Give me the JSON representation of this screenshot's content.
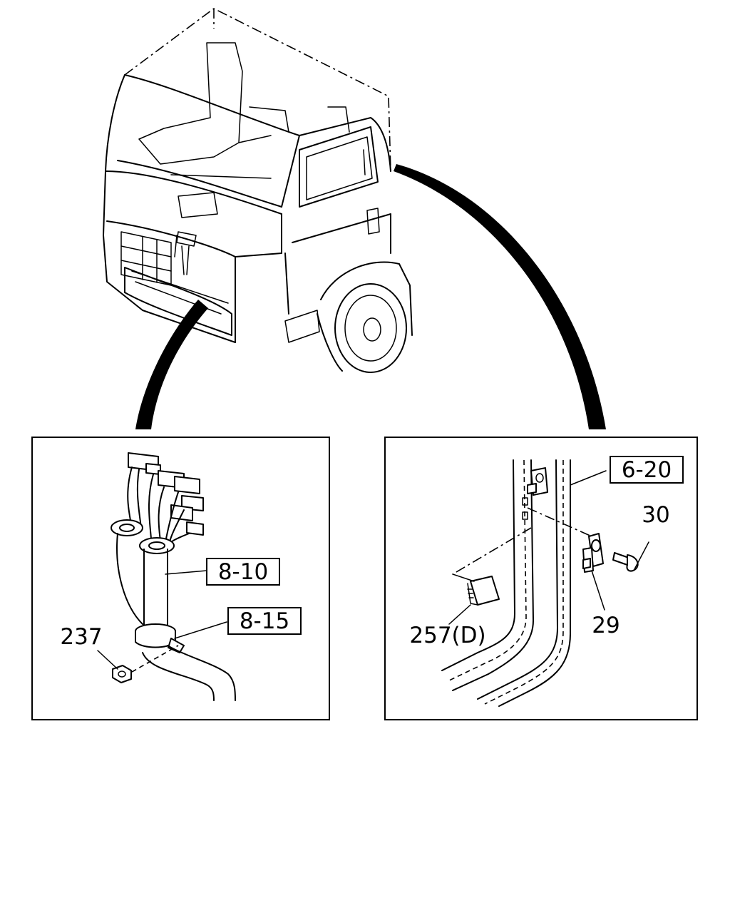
{
  "callouts": {
    "part_8_10": "8-10",
    "part_8_15": "8-15",
    "part_237": "237",
    "part_6_20": "6-20",
    "part_30": "30",
    "part_29": "29",
    "part_257_d": "257(D)"
  }
}
